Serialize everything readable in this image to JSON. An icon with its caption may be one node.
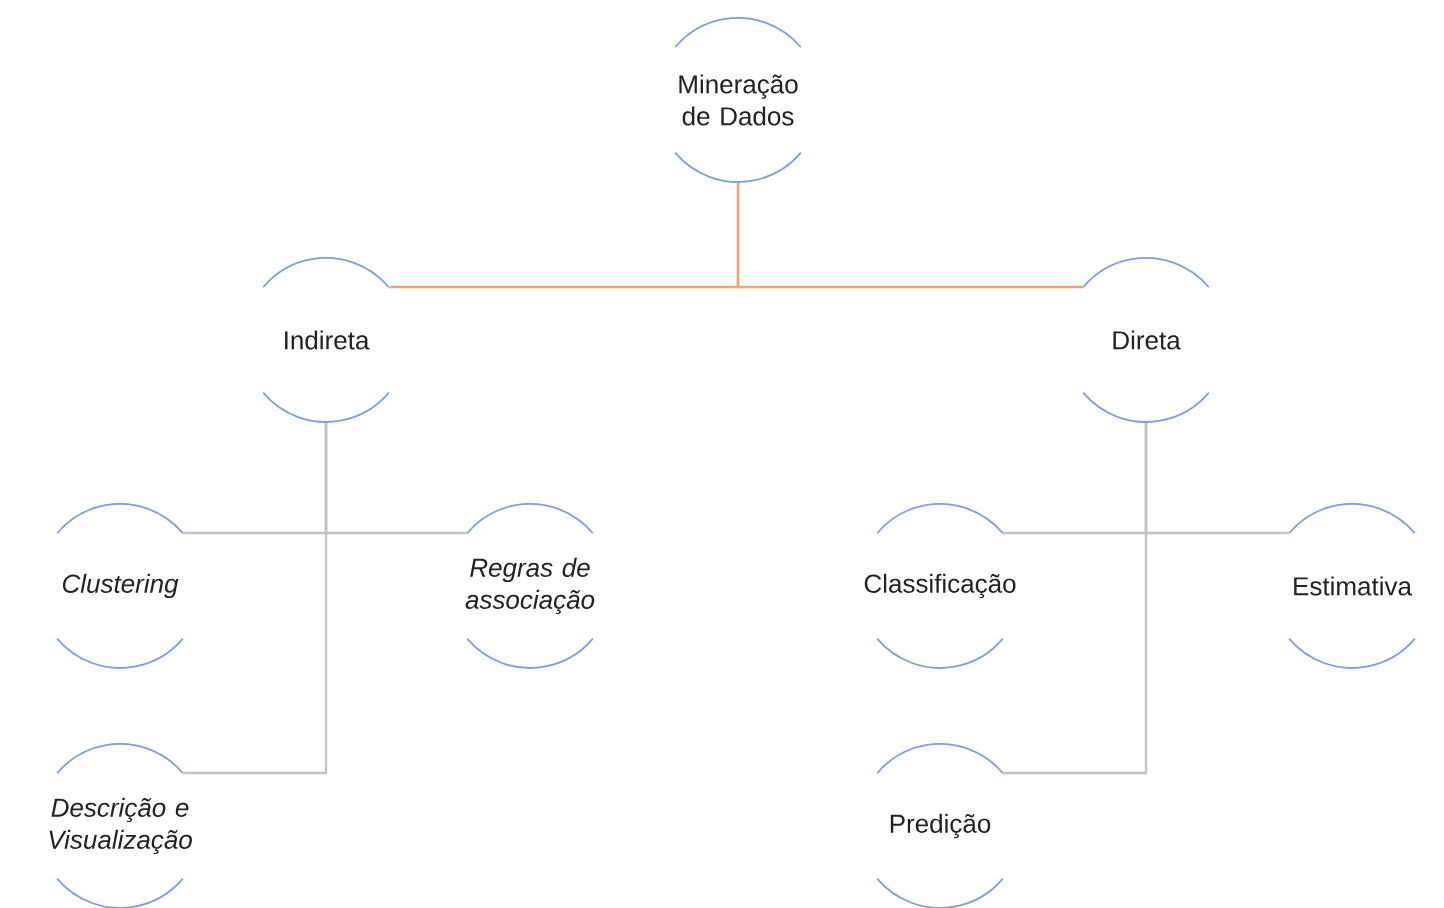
{
  "diagram": {
    "nodes": [
      {
        "text": [
          "Mineração de Dados"
        ]
      },
      {
        "text": [
          "Indireta"
        ]
      },
      {
        "text": [
          "Direta"
        ]
      },
      {
        "text": [
          "Clustering"
        ]
      },
      {
        "text": [
          "Regras de associação"
        ]
      },
      {
        "text": [
          "Descrição e Visualização"
        ]
      },
      {
        "text": [
          "Classificação"
        ]
      },
      {
        "text": [
          "Estimativa"
        ]
      },
      {
        "text": [
          "Predição"
        ]
      }
    ],
    "edges": [
      {
        "from": 0,
        "to": 1,
        "arrow": "none",
        "color": "#f4a46e"
      },
      {
        "from": 0,
        "to": 2,
        "arrow": "none",
        "color": "#f4a46e"
      },
      {
        "from": 1,
        "to": 3,
        "arrow": "none"
      },
      {
        "from": 1,
        "to": 4,
        "arrow": "none"
      },
      {
        "from": 1,
        "to": 5,
        "arrow": "none"
      },
      {
        "from": 2,
        "to": 6,
        "arrow": "none"
      },
      {
        "from": 2,
        "to": 7,
        "arrow": "none"
      },
      {
        "from": 2,
        "to": 8,
        "arrow": "none"
      }
    ]
  }
}
